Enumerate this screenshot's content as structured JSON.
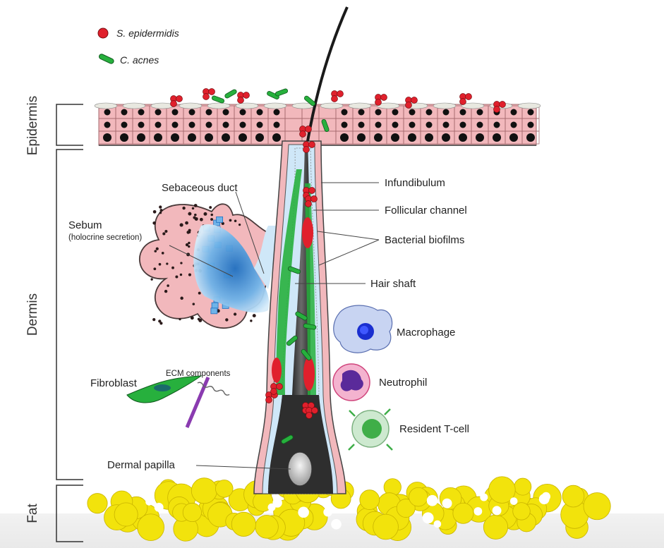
{
  "legend": {
    "s_epidermidis": "S. epidermidis",
    "c_acnes": "C. acnes"
  },
  "layers": {
    "epidermis": "Epidermis",
    "dermis": "Dermis",
    "fat": "Fat"
  },
  "labels": {
    "sebaceous_duct": "Sebaceous duct",
    "sebum": "Sebum",
    "sebum_sub": "(holocrine secretion)",
    "infundibulum": "Infundibulum",
    "follicular_channel": "Follicular channel",
    "bacterial_biofilms": "Bacterial biofilms",
    "hair_shaft": "Hair shaft",
    "macrophage": "Macrophage",
    "neutrophil": "Neutrophil",
    "resident_t_cell": "Resident T-cell",
    "fibroblast": "Fibroblast",
    "ecm_components": "ECM components",
    "dermal_papilla": "Dermal papilla"
  },
  "colors": {
    "s_epidermidis": "#e0202c",
    "c_acnes": "#27b03d",
    "skin_cell": "#f2b8bc",
    "fat": "#f2e30c",
    "hair": "#1a1a1a",
    "sebum": "#2d8fd8"
  }
}
